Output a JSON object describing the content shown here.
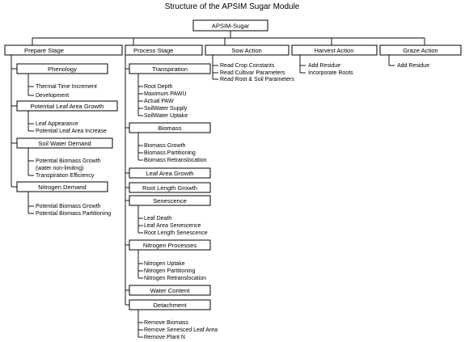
{
  "title": "Structure of the APSIM Sugar Module",
  "root": "APSIM-Sugar",
  "stages": {
    "prepare": {
      "label": "Prepare Stage",
      "groups": [
        {
          "label": "Phenology",
          "items": [
            "Thermal Time Increment",
            "Development"
          ]
        },
        {
          "label": "Potential Leaf Area Growth",
          "items": [
            "Leaf Appearance",
            "Potential Leaf Area Increase"
          ]
        },
        {
          "label": "Soil Water Demand",
          "items": [
            "Potential Biomass Growth",
            "(water non-limiting)",
            "Transpiration Efficiency"
          ]
        },
        {
          "label": "Nitrogen Demand",
          "items": [
            "Potential Biomass Growth",
            "Potential Biomass Partitioning"
          ]
        }
      ]
    },
    "process": {
      "label": "Process Stage",
      "groups": [
        {
          "label": "Transpiration",
          "items": [
            "Root Depth",
            "Maximum PAWU",
            "Actual PAW",
            "SoilWater Supply",
            "SoilWater Uptake"
          ]
        },
        {
          "label": "Biomass",
          "items": [
            "Biomass Growth",
            "Biomass Partitioning",
            "Biomass Retranslocation"
          ]
        },
        {
          "label": "Leaf Area Growth",
          "items": []
        },
        {
          "label": "Root Length Growth",
          "items": []
        },
        {
          "label": "Senescence",
          "items": [
            "Leaf Death",
            "Leaf Area Senescence",
            "Root Length Senescence"
          ]
        },
        {
          "label": "Nitrogen Processes",
          "items": [
            "Nitrogen Uptake",
            "Nitrogen Partitioning",
            "Nitrogen Retranslocation"
          ]
        },
        {
          "label": "Water Content",
          "items": []
        },
        {
          "label": "Detachment",
          "items": [
            "Remove Biomass",
            "Remove Senesced Leaf Area",
            "Remove Plant N"
          ]
        }
      ]
    },
    "sow": {
      "label": "Sow Action",
      "items": [
        "Read Crop Constants",
        "Read Cultivar Parameters",
        "Read Root & Soil Parameters"
      ]
    },
    "harvest": {
      "label": "Harvest Action",
      "items": [
        "Add Residue",
        "Incorporate Roots"
      ]
    },
    "graze": {
      "label": "Graze Action",
      "items": [
        "Add Residue"
      ]
    }
  }
}
